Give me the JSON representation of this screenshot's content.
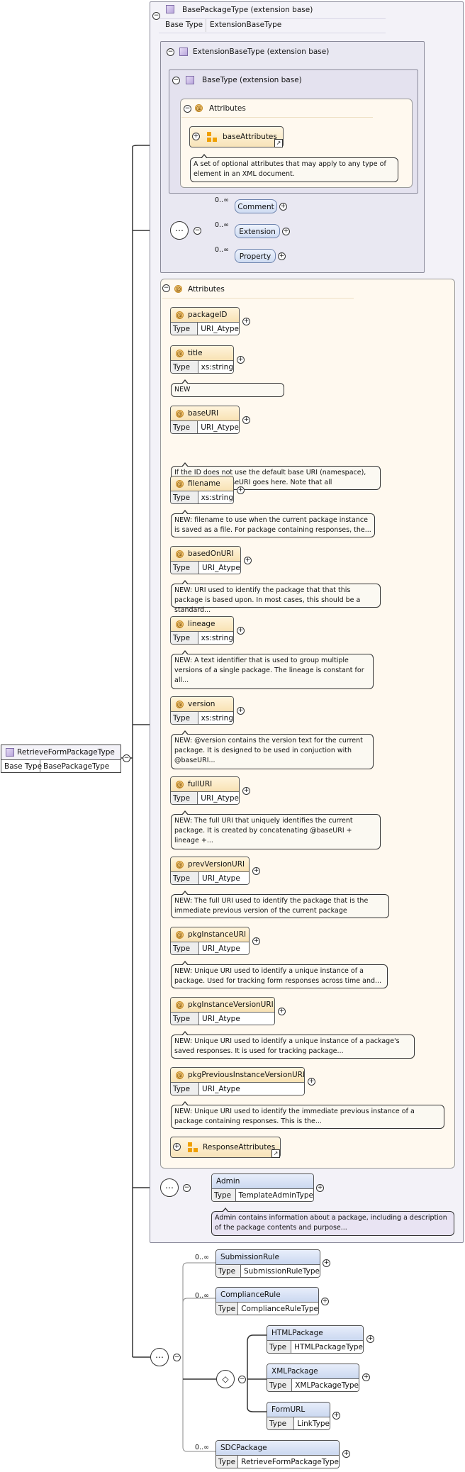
{
  "root": {
    "name": "RetrieveFormPackageType",
    "base_label": "Base Type",
    "base_value": "BasePackageType"
  },
  "base_package": {
    "title": "BasePackageType (extension base)",
    "base_label": "Base Type",
    "base_value": "ExtensionBaseType"
  },
  "extension_base": {
    "title": "ExtensionBaseType (extension base)"
  },
  "base_type": {
    "title": "BaseType (extension base)"
  },
  "inner_attributes": {
    "title": "Attributes",
    "group": "baseAttributes",
    "note": "A set of optional attributes that may apply to any type of element in an XML document."
  },
  "seq1_elements": [
    {
      "occ": "0..∞",
      "name": "Comment"
    },
    {
      "occ": "0..∞",
      "name": "Extension"
    },
    {
      "occ": "0..∞",
      "name": "Property"
    }
  ],
  "attributes": {
    "title": "Attributes",
    "type_label": "Type",
    "items": [
      {
        "name": "packageID",
        "type": "URI_Atype",
        "note": ""
      },
      {
        "name": "title",
        "type": "xs:string",
        "note": "NEW"
      },
      {
        "name": "baseURI",
        "type": "URI_Atype",
        "note": "If the ID does not use the default base URI (namespace), then the local baseURI goes here. Note that all packageIDs..."
      },
      {
        "name": "filename",
        "type": "xs:string",
        "note": "NEW: filename to use when the current package instance is saved as a file. For package containing responses, the..."
      },
      {
        "name": "basedOnURI",
        "type": "URI_Atype",
        "note": "NEW: URI used to identify the package that that this package is based upon. In most cases, this should be a standard..."
      },
      {
        "name": "lineage",
        "type": "xs:string",
        "note": "NEW: A text identifier that is used to group multiple versions of a single package. The lineage is constant for all..."
      },
      {
        "name": "version",
        "type": "xs:string",
        "note": "NEW: @version contains the version text for the current package. It is designed to be used in conjuction with @baseURI..."
      },
      {
        "name": "fullURI",
        "type": "URI_Atype",
        "note": "NEW: The full URI that uniquely identifies the current package. It is created by concatenating @baseURI + lineage +..."
      },
      {
        "name": "prevVersionURI",
        "type": "URI_Atype",
        "note": "NEW: The full URI used to identify the package that is the immediate previous version of the current package"
      },
      {
        "name": "pkgInstanceURI",
        "type": "URI_Atype",
        "note": "NEW: Unique URI used to identify a unique instance of a package. Used for tracking form responses across time and..."
      },
      {
        "name": "pkgInstanceVersionURI",
        "type": "URI_Atype",
        "note": "NEW: Unique URI used to identify a unique instance of a package's saved responses. It is used for tracking package..."
      },
      {
        "name": "pkgPreviousInstanceVersionURI",
        "type": "URI_Atype",
        "note": "NEW: Unique URI used to identify the immediate previous instance of a package containing responses. This is the..."
      }
    ],
    "group": "ResponseAttributes"
  },
  "admin": {
    "name": "Admin",
    "type_label": "Type",
    "type": "TemplateAdminType",
    "note": "Admin contains information about a package, including a description of the package contents and purpose..."
  },
  "outer_elements": [
    {
      "occ": "0..∞",
      "name": "SubmissionRule",
      "type_label": "Type",
      "type": "SubmissionRuleType"
    },
    {
      "occ": "0..∞",
      "name": "ComplianceRule",
      "type_label": "Type",
      "type": "ComplianceRuleType"
    }
  ],
  "choice_elements": [
    {
      "name": "HTMLPackage",
      "type_label": "Type",
      "type": "HTMLPackageType"
    },
    {
      "name": "XMLPackage",
      "type_label": "Type",
      "type": "XMLPackageType"
    },
    {
      "name": "FormURL",
      "type_label": "Type",
      "type": "LinkType"
    }
  ],
  "sdc": {
    "occ": "0..∞",
    "name": "SDCPackage",
    "type_label": "Type",
    "type": "RetrieveFormPackageType"
  },
  "icons": {
    "type": "complex-type-icon",
    "attribute": "attribute-icon",
    "sequence": "sequence-icon",
    "choice": "choice-icon",
    "group": "attribute-group-icon",
    "expand": "expand-icon",
    "collapse": "collapse-icon"
  }
}
